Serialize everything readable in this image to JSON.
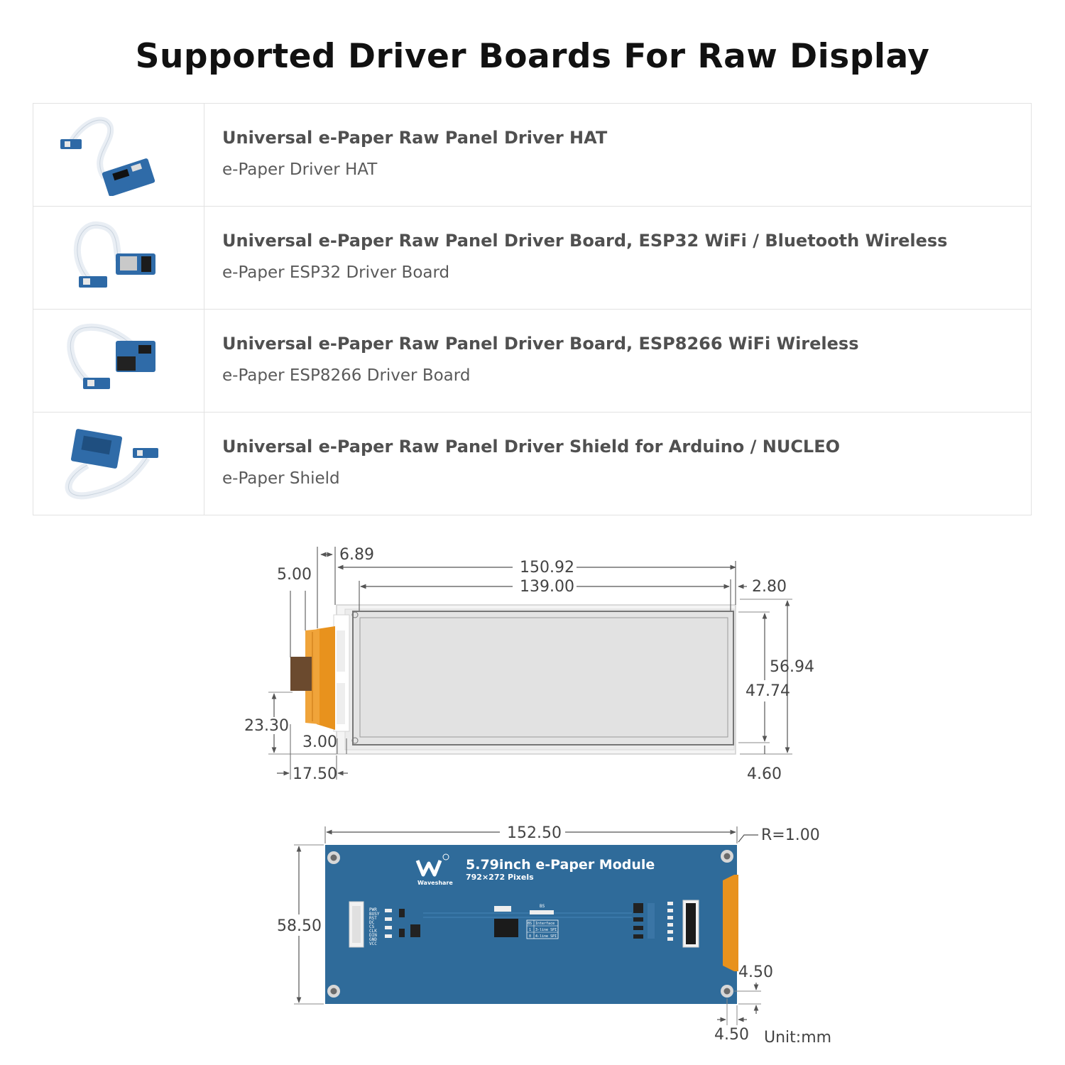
{
  "page": {
    "title": "Supported Driver Boards For Raw Display"
  },
  "boards": [
    {
      "name": "Universal e-Paper Raw Panel Driver HAT",
      "short_name": "e-Paper Driver HAT"
    },
    {
      "name": "Universal e-Paper Raw Panel Driver Board, ESP32 WiFi / Bluetooth Wireless",
      "short_name": "e-Paper ESP32 Driver Board"
    },
    {
      "name": "Universal e-Paper Raw Panel Driver Board, ESP8266 WiFi Wireless",
      "short_name": "e-Paper ESP8266 Driver Board"
    },
    {
      "name": "Universal e-Paper Raw Panel Driver Shield for Arduino / NUCLEO",
      "short_name": "e-Paper Shield"
    }
  ],
  "raw_panel_dims": {
    "fpc_offset": "6.89",
    "fpc_width": "5.00",
    "outline_width": "150.92",
    "active_width": "139.00",
    "right_margin": "2.80",
    "outline_height": "56.94",
    "active_height": "47.74",
    "fpc_position": "23.30",
    "left_margin": "3.00",
    "fpc_length": "17.50",
    "bottom_margin": "4.60"
  },
  "module_dims": {
    "width": "152.50",
    "corner_radius": "R=1.00",
    "height": "58.50",
    "hole_offset_y": "4.50",
    "hole_offset_x": "4.50",
    "unit": "Unit:mm"
  },
  "module_pcb": {
    "brand": "Waveshare",
    "title": "5.79inch e-Paper Module",
    "subtitle": "792×272 Pixels",
    "pin_labels": [
      "PWR",
      "BUSY",
      "RST",
      "DC",
      "CS",
      "CLK",
      "DIN",
      "GND",
      "VCC"
    ],
    "bs_label": "BS",
    "bs_table": [
      [
        "BS",
        "Interface"
      ],
      [
        "1",
        "3-line SPI"
      ],
      [
        "0",
        "4-line SPI"
      ]
    ]
  },
  "colors": {
    "pcb_blue": "#2f6b9a",
    "fpc_orange": "#e8921d",
    "panel_gray": "#e4e4e4"
  }
}
